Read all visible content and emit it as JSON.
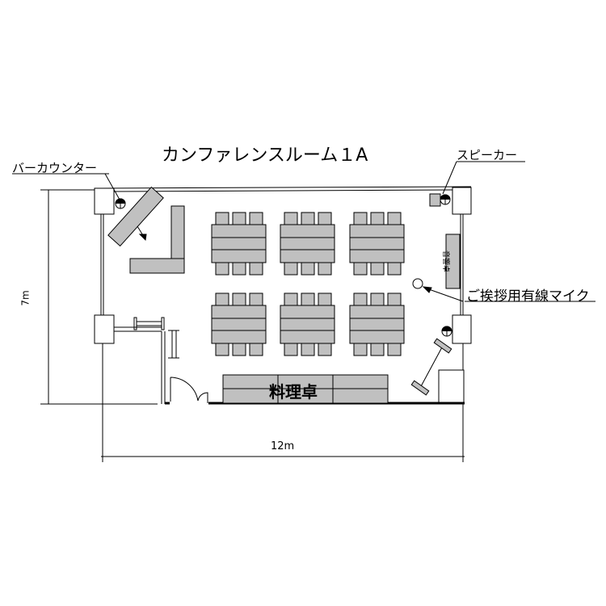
{
  "title": "カンファレンスルーム１A",
  "labels": {
    "bar_counter": "バーカウンター",
    "speaker": "スピーカー",
    "mic": "ご挨拶用有線マイク",
    "cooking_table": "料理卓",
    "sound_console": "音響卓"
  },
  "dimensions": {
    "height": "7m",
    "width": "12m"
  },
  "colors": {
    "furniture": "#c0c0c0",
    "line": "#000000"
  }
}
